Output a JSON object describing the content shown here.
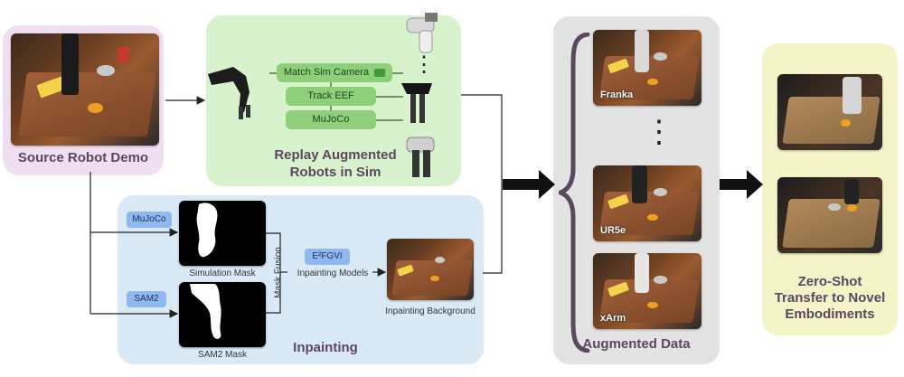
{
  "source": {
    "label": "Source Robot Demo"
  },
  "replay": {
    "title_line1": "Replay Augmented",
    "title_line2": "Robots in Sim",
    "steps": [
      "Match Sim Camera",
      "Track EEF",
      "MuJoCo"
    ],
    "ellipsis": "⋮"
  },
  "inpainting": {
    "title": "Inpainting",
    "mujoco_chip": "MuJoCo",
    "sam2_chip": "SAM2",
    "sim_mask_caption": "Simulation Mask",
    "sam2_mask_caption": "SAM2 Mask",
    "mask_fusion": "Mask Fusion",
    "model_chip": "E²FGVI",
    "model_caption": "Inpainting Models",
    "background_caption": "Inpainting Background"
  },
  "augmented": {
    "title": "Augmented Data",
    "robots": [
      "Franka",
      "UR5e",
      "xArm"
    ],
    "dots": "⋮"
  },
  "zero_shot": {
    "line1": "Zero-Shot",
    "line2": "Transfer to Novel",
    "line3": "Embodiments"
  },
  "colors": {
    "source_bg": "#f0dff0",
    "replay_bg": "#d7f2cc",
    "inpaint_bg": "#d9eaf6",
    "augmented_bg": "#e3e3e3",
    "zero_shot_bg": "#f4f4c8",
    "chip_blue": "#8fb7f0",
    "chip_green": "#8ed07a",
    "title_purple": "#5b4760"
  }
}
